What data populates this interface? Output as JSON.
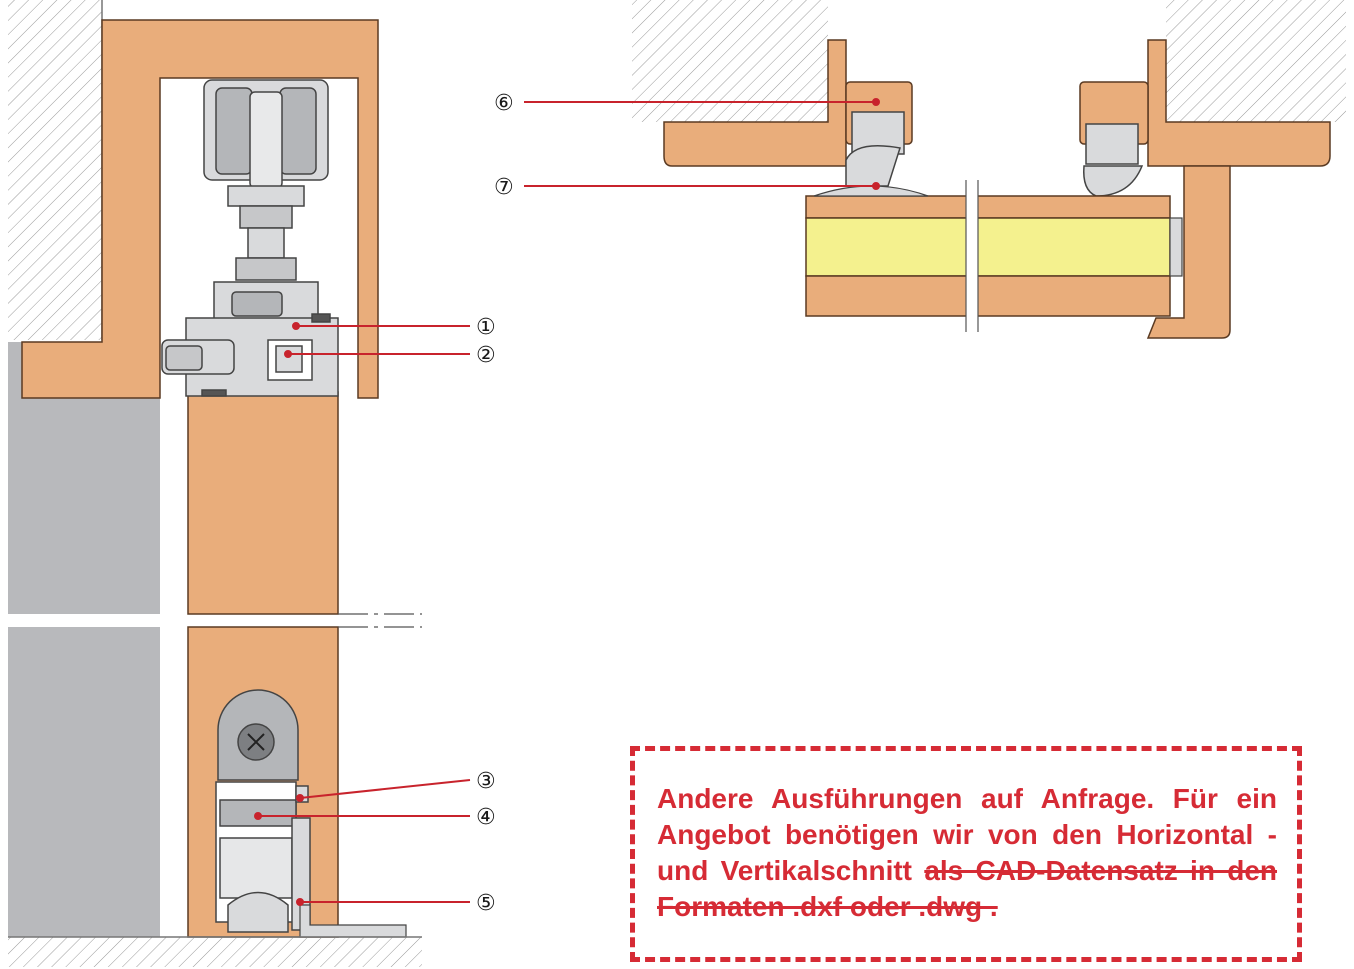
{
  "colors": {
    "wood": "#e9ad7b",
    "wood_stroke": "#5a3a22",
    "foam_core": "#f4f18e",
    "wall_gray": "#b8b9bc",
    "metal_light": "#d9dadc",
    "metal_mid": "#b4b6b9",
    "leader_red": "#c8232c",
    "note_red": "#d62b35",
    "hatch": "#9a9a9a"
  },
  "callouts": [
    {
      "id": "1",
      "label": "①"
    },
    {
      "id": "2",
      "label": "②"
    },
    {
      "id": "3",
      "label": "③"
    },
    {
      "id": "4",
      "label": "④"
    },
    {
      "id": "5",
      "label": "⑤"
    },
    {
      "id": "6",
      "label": "⑥"
    },
    {
      "id": "7",
      "label": "⑦"
    }
  ],
  "note": {
    "text_main": "Andere Ausführungen auf Anfrage. Für ein Angebot benötigen wir von den Horizontal - und Vertikalschnitt",
    "text_struck": "als CAD-Datensatz in den Formaten .dxf oder .dwg ."
  }
}
